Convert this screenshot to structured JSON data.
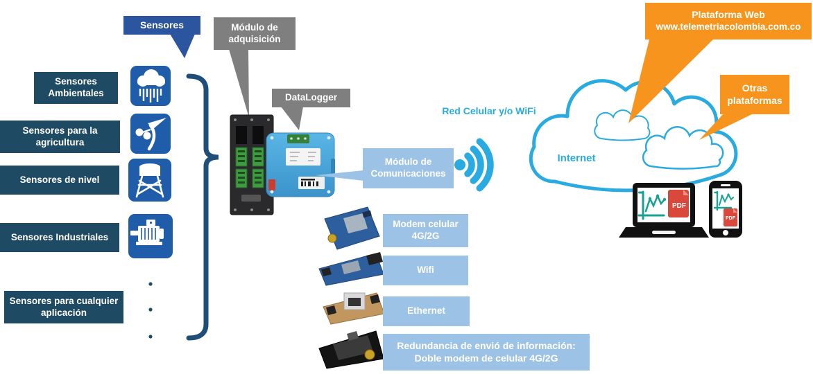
{
  "colors": {
    "navy": "#1E4A63",
    "tile_blue": "#1F5DAB",
    "callout_blue": "#2B559E",
    "brace_blue": "#1F4E79",
    "gray": "#7F7F7F",
    "light_blue": "#9CC2E5",
    "cyan": "#29ABE2",
    "orange": "#F7941D",
    "pdf_red": "#D9483B",
    "chart_teal": "#17A294"
  },
  "sensors": {
    "callout": "Sensores",
    "labels": [
      "Sensores Ambientales",
      "Sensores para la agricultura",
      "Sensores de nivel",
      "Sensores Industriales",
      "Sensores para cualquier aplicación"
    ],
    "icon_names": [
      "rain-sensor-icon",
      "wind-sensor-icon",
      "tank-level-sensor-icon",
      "motor-sensor-icon"
    ]
  },
  "device": {
    "acquisition_label": "Módulo de adquisición",
    "datalogger_label": "DataLogger",
    "comms_label": "Módulo de Comunicaciones"
  },
  "network": {
    "label": "Red Celular y/o WiFi",
    "cloud_label": "Internet",
    "icon_name": "wifi-signal-icon"
  },
  "platforms": {
    "web_title": "Plataforma Web",
    "web_url": "www.telemetriacolombia.com.co",
    "other": "Otras plataformas",
    "pdf_label": "PDF"
  },
  "comm_options": [
    {
      "label": "Modem celular 4G/2G"
    },
    {
      "label": "Wifi"
    },
    {
      "label": "Ethernet"
    },
    {
      "label": "Redundancia de envió de información: Doble modem de celular 4G/2G"
    }
  ]
}
